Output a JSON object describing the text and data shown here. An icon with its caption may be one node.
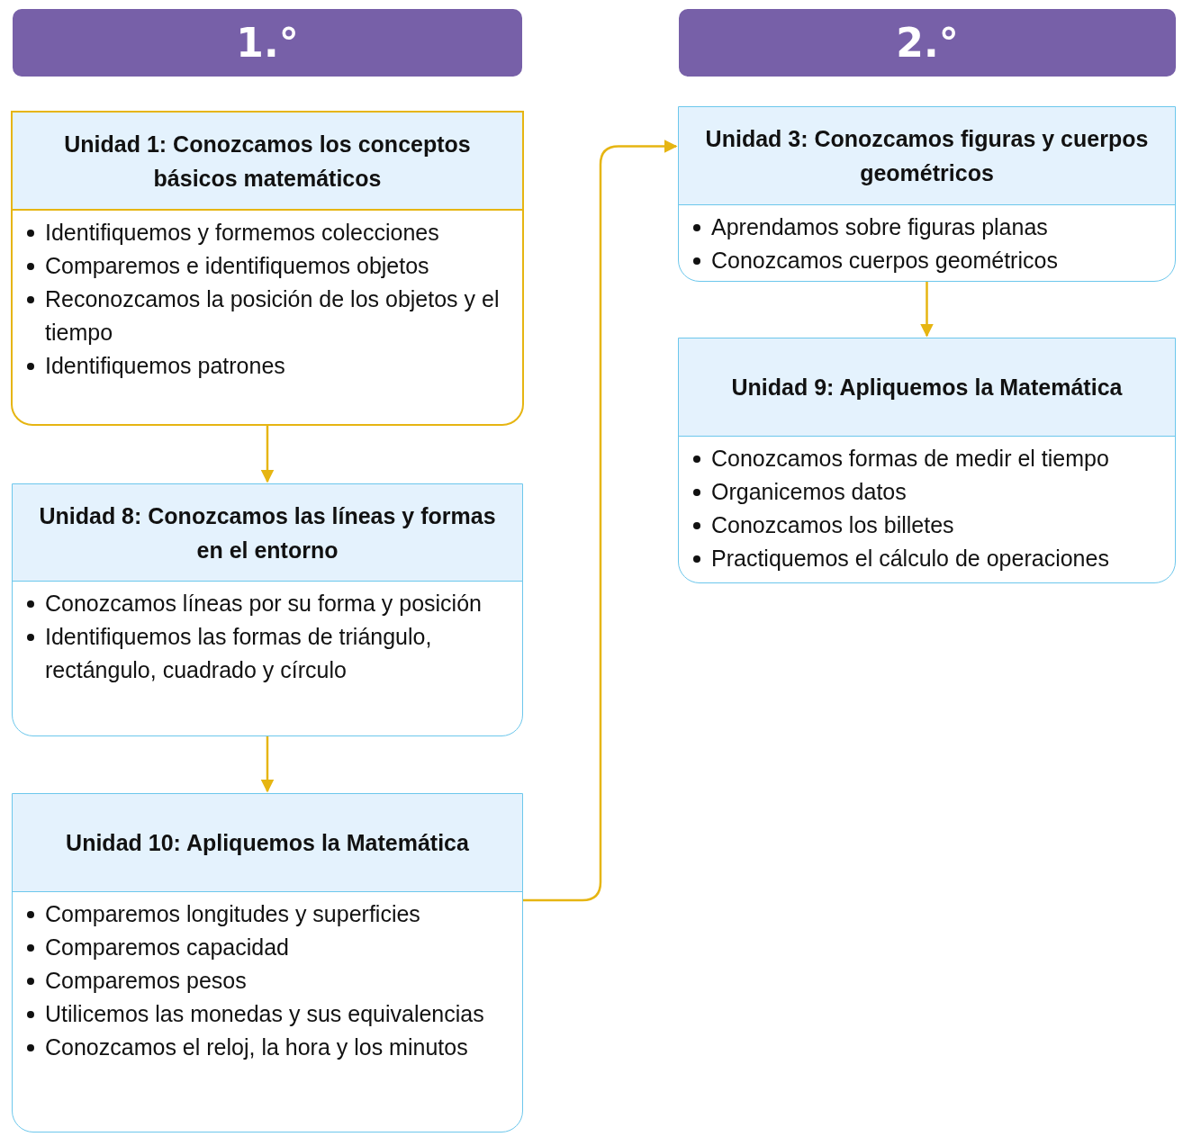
{
  "diagram": {
    "nodes": [
      {
        "text": [
          "1.°"
        ]
      },
      {
        "text": [
          "2.°"
        ]
      },
      {
        "text": [
          "Unidad 1: Conozcamos los conceptos básicos matemáticos",
          "Identifiquemos y formemos colecciones",
          "Comparemos e identifiquemos objetos",
          "Reconozcamos la posición de los objetos y el tiempo",
          "Identifiquemos patrones"
        ]
      },
      {
        "text": [
          "Unidad 8: Conozcamos las líneas y formas en el entorno",
          "Conozcamos líneas por su forma y posición",
          "Identifiquemos las formas de triángulo, rectángulo, cuadrado y círculo"
        ]
      },
      {
        "text": [
          "Unidad 10: Apliquemos la Matemática",
          "Comparemos longitudes y superficies",
          "Comparemos capacidad",
          "Comparemos pesos",
          "Utilicemos las monedas y sus equivalencias",
          "Conozcamos el reloj, la hora y los minutos"
        ]
      },
      {
        "text": [
          "Unidad 3: Conozcamos figuras y cuerpos geométricos",
          "Aprendamos sobre figuras planas",
          "Conozcamos cuerpos geométricos"
        ]
      },
      {
        "text": [
          "Unidad 9: Apliquemos la Matemática",
          "Conozcamos formas de medir el tiempo",
          "Organicemos datos",
          "Conozcamos los billetes",
          "Practiquemos el cálculo de operaciones"
        ]
      }
    ],
    "edges": [
      {
        "from": 2,
        "to": 3,
        "arrow": "to"
      },
      {
        "from": 3,
        "to": 4,
        "arrow": "to"
      },
      {
        "from": 4,
        "to": 5,
        "arrow": "to"
      },
      {
        "from": 5,
        "to": 6,
        "arrow": "to"
      }
    ]
  }
}
